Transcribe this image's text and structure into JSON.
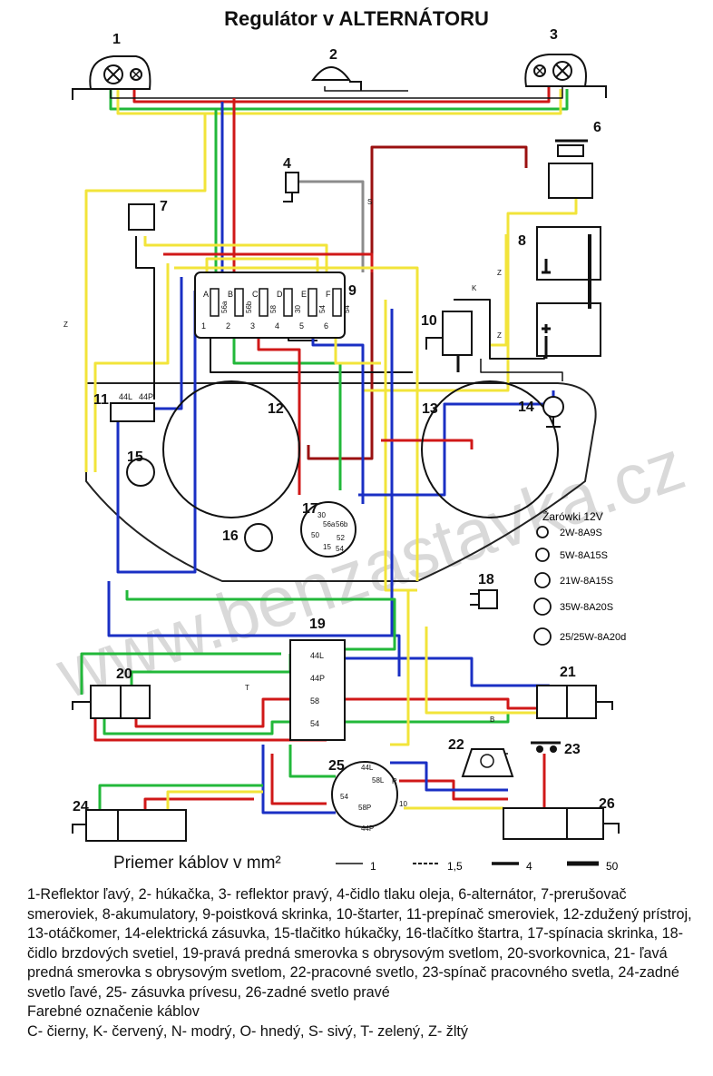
{
  "title": "Regulátor v ALTERNÁTORU",
  "watermark": "www.benzastavka.cz",
  "component_numbers": [
    "1",
    "2",
    "3",
    "4",
    "6",
    "7",
    "8",
    "9",
    "10",
    "11",
    "12",
    "13",
    "14",
    "15",
    "16",
    "17",
    "18",
    "19",
    "20",
    "21",
    "22",
    "23",
    "24",
    "25",
    "26"
  ],
  "switch_11_labels": [
    "44L",
    "44P"
  ],
  "fusebox_9": {
    "top_letters": [
      "A",
      "B",
      "C",
      "D",
      "E",
      "F"
    ],
    "fuse_labels": [
      "56a",
      "56b",
      "58",
      "30",
      "54",
      "54"
    ],
    "bottom_numbers": [
      "1",
      "2",
      "3",
      "4",
      "5",
      "6"
    ]
  },
  "ignition_17_terminals": [
    "30",
    "56a",
    "56b",
    "50",
    "52",
    "15",
    "54"
  ],
  "terminal_block_20": [
    "44L",
    "44P",
    "58",
    "54"
  ],
  "socket_25_pins": [
    "44L",
    "58L",
    "R",
    "54",
    "58P",
    "44P",
    "10"
  ],
  "wire_letters": [
    "Z",
    "Z",
    "Z",
    "K",
    "S",
    "T",
    "B"
  ],
  "bulbs": {
    "title": "Žarówki 12V",
    "items": [
      "2W-8A9S",
      "5W-8A15S",
      "21W-8A15S",
      "35W-8A20S",
      "25/25W-8A20d"
    ]
  },
  "cable_legend": {
    "label": "Priemer káblov v mm²",
    "sizes": [
      "1",
      "1,5",
      "4",
      "50"
    ]
  },
  "caption": {
    "components": "1-Reflektor ľavý, 2- húkačka, 3- reflektor pravý, 4-čidlo tlaku oleja, 6-alternátor, 7-prerušovač smeroviek, 8-akumulatory, 9-poistková skrinka, 10-štarter, 11-prepínač smeroviek, 12-zdužený prístroj, 13-otáčkomer, 14-elektrická zásuvka, 15-tlačitko húkačky, 16-tlačítko štartra, 17-spínacia skrinka, 18-čidlo brzdových svetiel, 19-pravá predná smerovka s obrysovým svetlom, 20-svorkovnica, 21- ľavá predná smerovka s obrysovým svetlom, 22-pracovné svetlo, 23-spínač pracovného svetla, 24-zadné svetlo ľavé, 25- zásuvka prívesu, 26-zadné svetlo pravé",
    "color_heading": "Farebné označenie káblov",
    "colors": "C- čierny, K- červený, N- modrý, O- hnedý, S- sivý, T- zelený, Z- žltý"
  },
  "wire_colors": {
    "black": "#111111",
    "red": "#d01818",
    "blue": "#1a2fc4",
    "brown": "#8a3b12",
    "grey": "#8c8c8c",
    "green": "#22b83a",
    "yellow": "#f2e43a",
    "dark_red": "#9a1010"
  }
}
